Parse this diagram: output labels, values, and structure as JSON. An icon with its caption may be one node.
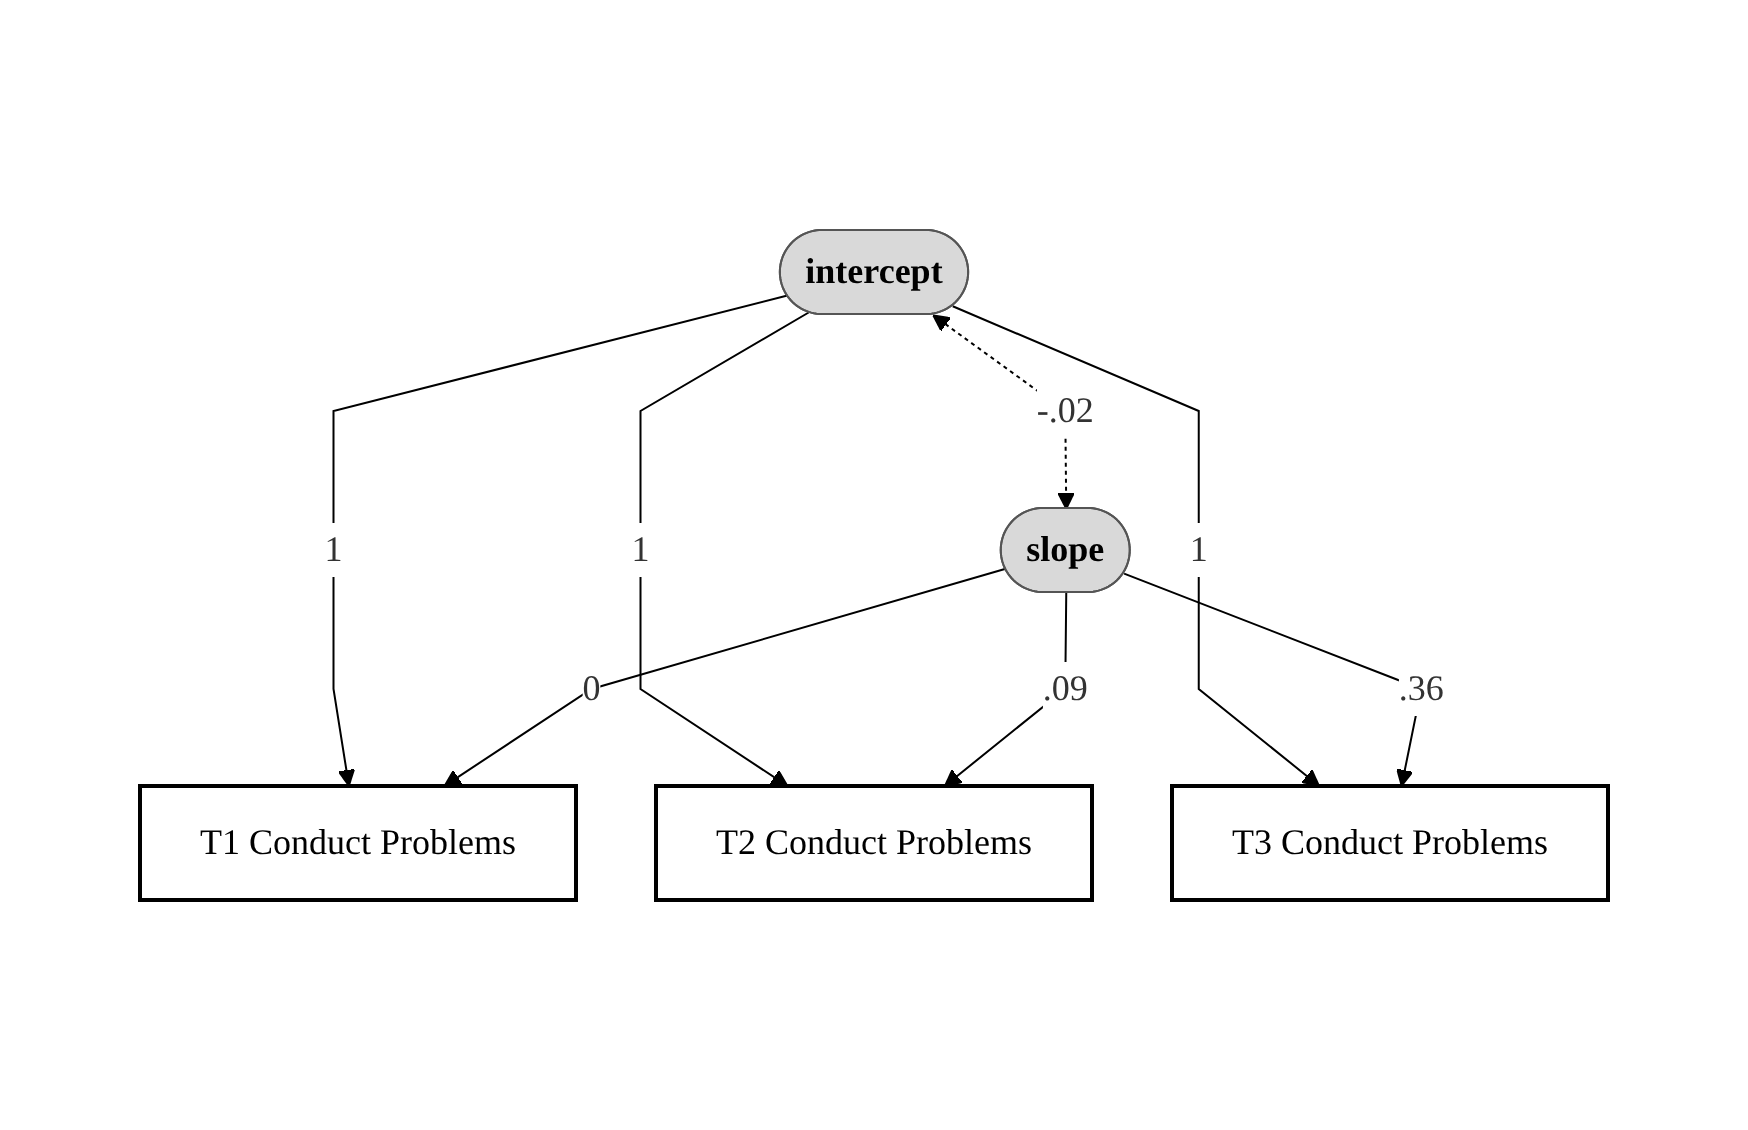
{
  "diagram": {
    "nodes": [
      {
        "text": [
          "intercept"
        ]
      },
      {
        "text": [
          "slope"
        ]
      },
      {
        "text": [
          "T1 Conduct Problems"
        ]
      },
      {
        "text": [
          "T2 Conduct Problems"
        ]
      },
      {
        "text": [
          "T3 Conduct Problems"
        ]
      }
    ],
    "edges": [
      {
        "from": 0,
        "to": 1,
        "arrow": "both",
        "label": "-.02",
        "style": "dashed"
      },
      {
        "from": 0,
        "to": 2,
        "arrow": "to",
        "label": "1"
      },
      {
        "from": 0,
        "to": 3,
        "arrow": "to",
        "label": "1"
      },
      {
        "from": 0,
        "to": 4,
        "arrow": "to",
        "label": "1"
      },
      {
        "from": 1,
        "to": 2,
        "arrow": "to",
        "label": "0"
      },
      {
        "from": 1,
        "to": 3,
        "arrow": "to",
        "label": ".09"
      },
      {
        "from": 1,
        "to": 4,
        "arrow": "to",
        "label": ".36"
      }
    ]
  }
}
